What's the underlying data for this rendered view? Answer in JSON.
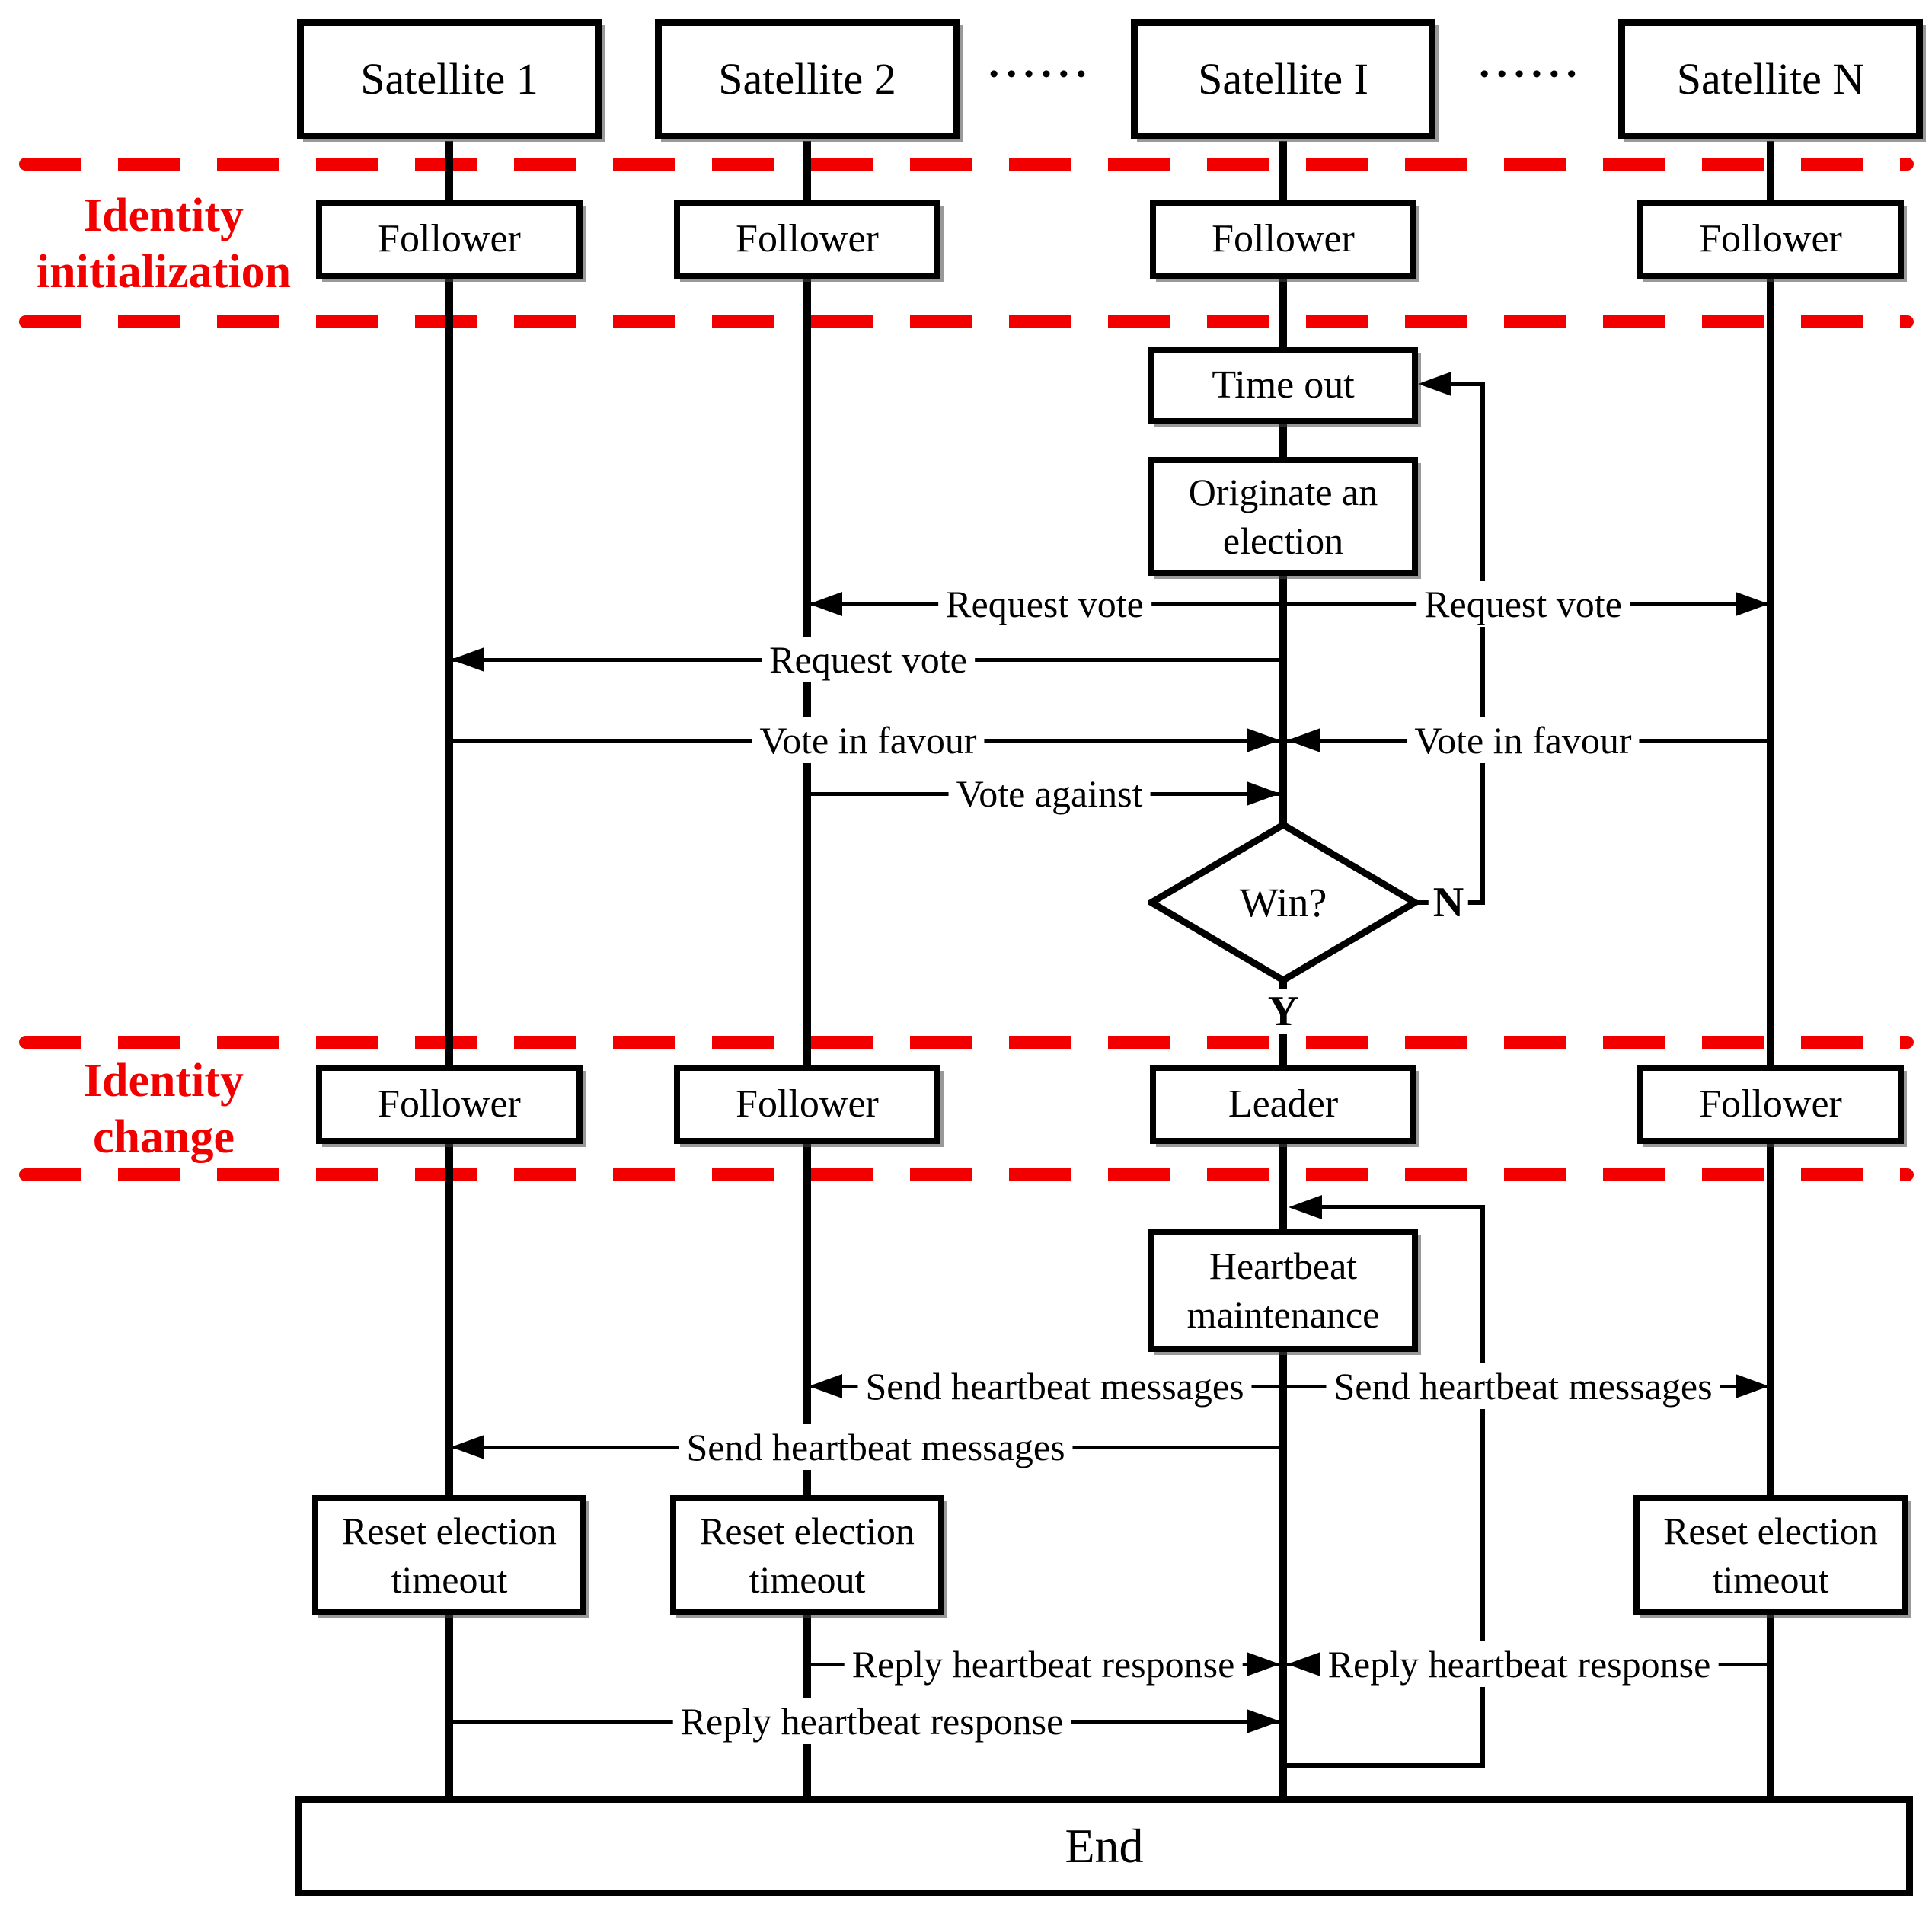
{
  "columns": [
    {
      "label": "Satellite 1",
      "state_initial": "Follower",
      "state_after": "Follower"
    },
    {
      "label": "Satellite 2",
      "state_initial": "Follower",
      "state_after": "Follower"
    },
    {
      "label": "Satellite I",
      "state_initial": "Follower",
      "state_after": "Leader"
    },
    {
      "label": "Satellite N",
      "state_initial": "Follower",
      "state_after": "Follower"
    }
  ],
  "ellipsis": "••••••",
  "phases": [
    {
      "line1": "Identity",
      "line2": "initialization"
    },
    {
      "line1": "Identity",
      "line2": "change"
    }
  ],
  "process": {
    "time_out": "Time out",
    "originate_line1": "Originate an",
    "originate_line2": "election",
    "heartbeat_line1": "Heartbeat",
    "heartbeat_line2": "maintenance",
    "reset_line1": "Reset election",
    "reset_line2": "timeout",
    "end": "End"
  },
  "decision": {
    "label": "Win?",
    "yes": "Y",
    "no": "N"
  },
  "messages": {
    "request_vote": "Request vote",
    "vote_in_favour": "Vote in favour",
    "vote_against": "Vote against",
    "send_heartbeat": "Send heartbeat messages",
    "reply_heartbeat": "Reply heartbeat response"
  },
  "colors": {
    "phase_red": "#f20000",
    "line_black": "#000000"
  }
}
